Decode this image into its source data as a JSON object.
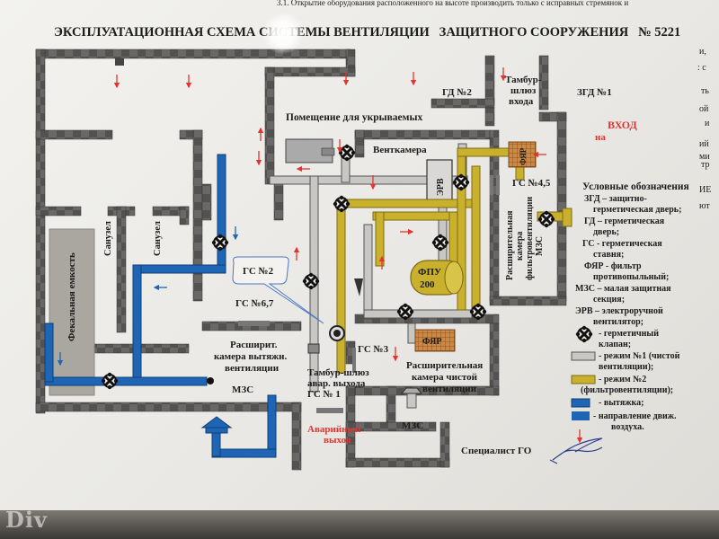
{
  "title": "ЭКСПЛУАТАЦИОННАЯ СХЕМА СИСТЕМЫ ВЕНТИЛЯЦИИ   ЗАЩИТНОГО СООРУЖЕНИЯ   № 5221",
  "watermark": "Div",
  "rooms": {
    "gd2": "ГД №2",
    "tambur_top": [
      "Тамбур-",
      "шлюз",
      "входа"
    ],
    "zgd1": "ЗГД №1",
    "shelter": "Помещение для укрываемых",
    "entrance": "ВХОД",
    "on_prefix": "на",
    "ventkamera": "Венткамера",
    "erv": "ЭРВ",
    "fyar_top": "ФЯР",
    "gs45": "ГС №4,5",
    "fpu_line1": "ФПУ",
    "fpu_line2": "200",
    "filter_chamber": [
      "Расширительная",
      "камера",
      "фильтровентиляции",
      "МЗС"
    ],
    "sanuzel_1": "Санузел",
    "sanuzel_2": "Санузел",
    "fecal_tank": "Фекальная емкость",
    "gs2_callout": "ГС №2",
    "gs67": "ГС №6,7",
    "exhaust_chamber": [
      "Расширит.",
      "камера вытяжн.",
      "вентиляции"
    ],
    "mzs_left": "МЗС",
    "gs3": "ГС №3",
    "fyar_bottom": "ФЯР",
    "clean_chamber": [
      "Расширительная",
      "камера чистой",
      "вентиляции"
    ],
    "tambur_emergency": [
      "Тамбур-шлюз",
      "авар. выхода",
      "ГС № 1"
    ],
    "emergency_exit": [
      "Аварийный",
      "выход"
    ],
    "mzs_bottom": "МЗС",
    "specialist": "Специалист ГО"
  },
  "legend": {
    "title": "Условные обозначения",
    "items": [
      "ЗГД – защитно-",
      "герметическая дверь;",
      "ГД – герметическая",
      "дверь;",
      "ГС - герметическая",
      "ставня;",
      "ФЯР - фильтр",
      "противопыльный;",
      "МЗС – малая защитная",
      "секция;",
      "ЭРВ – электроручной",
      "вентилятор;",
      "- герметичный",
      "клапан;",
      "- режим №1 (чистой",
      "вентиляции);",
      "- режим №2",
      "(фильтровентиляции);",
      "- вытяжка;",
      "- направление движ.",
      "воздуха."
    ]
  },
  "right_margin_fragments": [
    "и,",
    ": с",
    "ть",
    "ой",
    "и",
    "ий",
    "ми",
    "тр",
    "ИЕ",
    "ют"
  ],
  "top_cut_text": "3.1. Открытие оборудования расположенного на высоте производить только с исправных стремянок и",
  "colors": {
    "wall": "#555351",
    "clean_duct": "#c9c7c3",
    "filter_duct": "#c9b12e",
    "exhaust_duct": "#1f65b5",
    "red": "#e3342f",
    "paper": "#eeede9",
    "fecal_fill": "#aaa6a0"
  }
}
